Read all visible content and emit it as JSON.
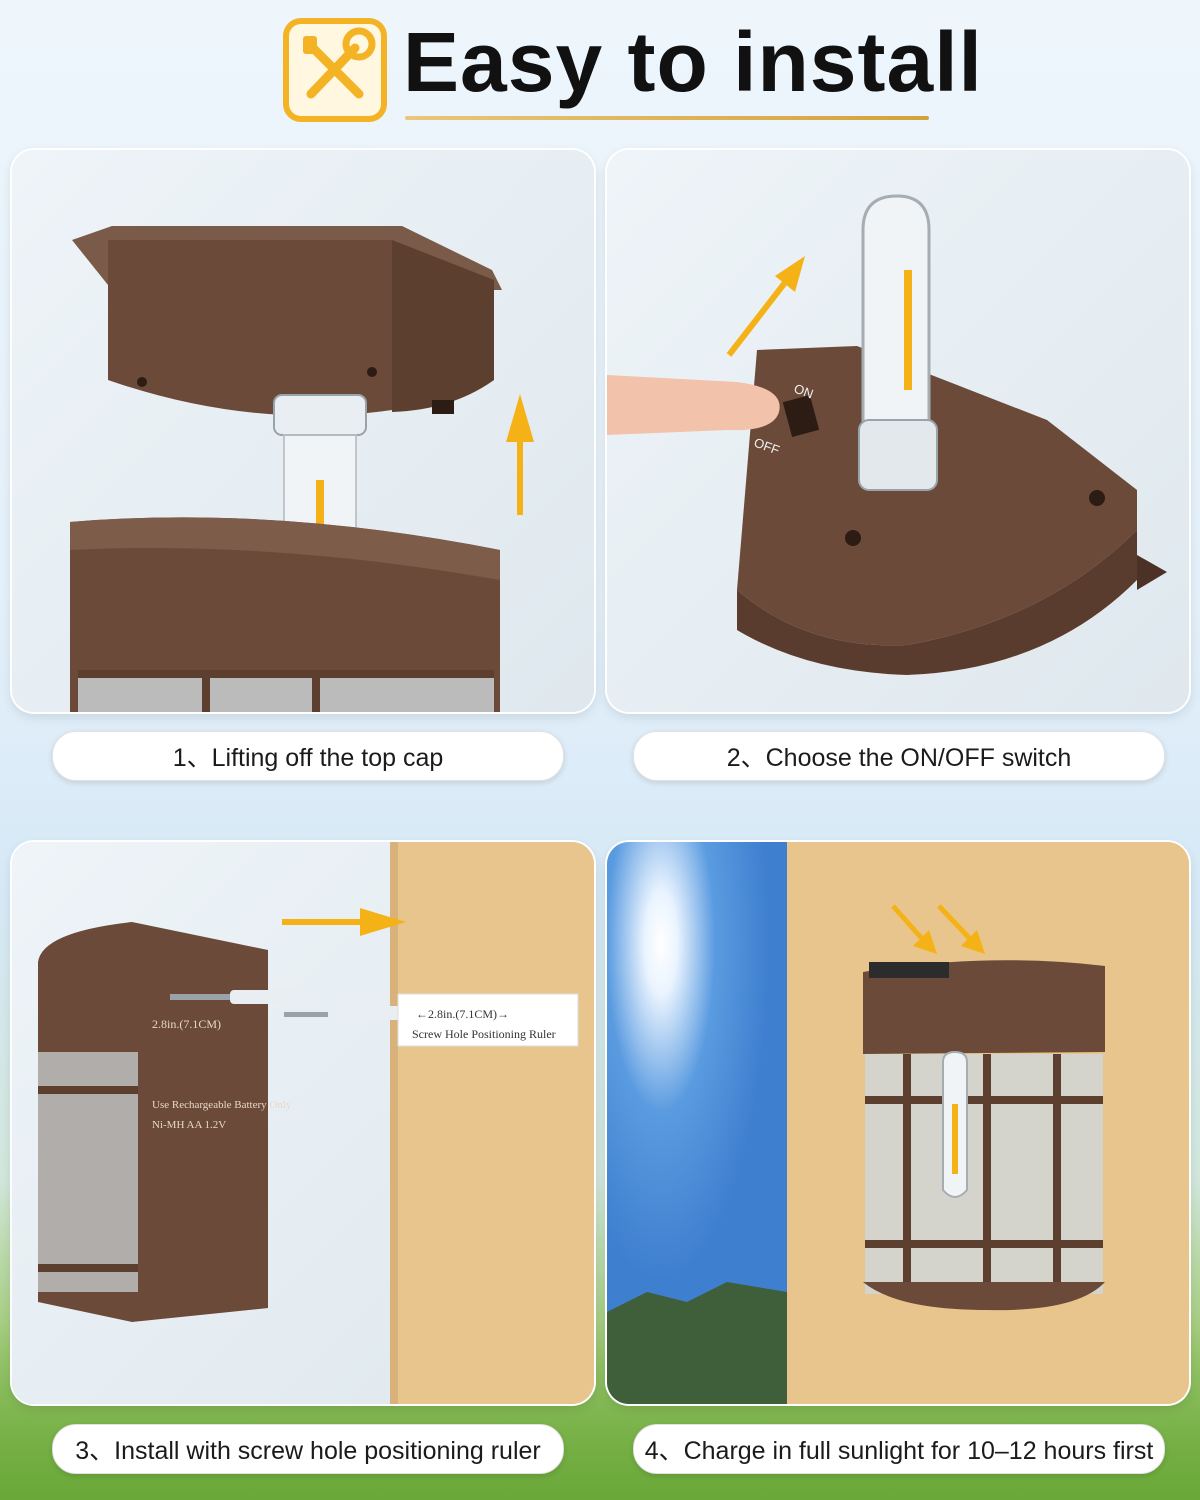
{
  "header": {
    "title": "Easy to install",
    "icon": "wrench-screwdriver-icon",
    "accent_color": "#f3b324"
  },
  "steps": [
    {
      "label": "1、Lifting off the top cap"
    },
    {
      "label": "2、Choose the ON/OFF switch",
      "switch_on": "ON",
      "switch_off": "OFF"
    },
    {
      "label": "3、Install with screw hole positioning ruler",
      "device_measure": "2.8in.(7.1CM)",
      "battery_text_1": "Use Rechargeable Battery Only",
      "battery_text_2": "Ni-MH AA 1.2V",
      "ruler_measure": "←2.8in.(7.1CM)→",
      "ruler_title": "Screw Hole Positioning Ruler"
    },
    {
      "label": "4、Charge in full sunlight for 10–12 hours first"
    }
  ],
  "colors": {
    "product_brown": "#6b4a39",
    "arrow": "#f5b217",
    "wood": "#e8c58c"
  }
}
